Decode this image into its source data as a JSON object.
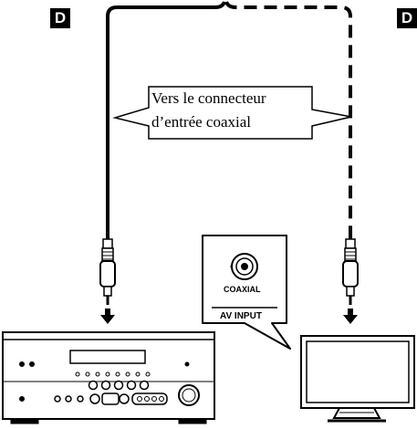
{
  "badges": {
    "left": "D",
    "right": "D"
  },
  "callout": {
    "line1": "Vers le connecteur",
    "line2": "d’entrée coaxial"
  },
  "jack": {
    "label": "COAXIAL",
    "panel_label": "AV INPUT"
  },
  "devices": [
    "av-receiver",
    "television"
  ],
  "cable_styles": {
    "left": "solid",
    "right": "dashed"
  },
  "colors": {
    "ink": "#000000",
    "background": "#ffffff",
    "device_fill": "#ffffff"
  }
}
